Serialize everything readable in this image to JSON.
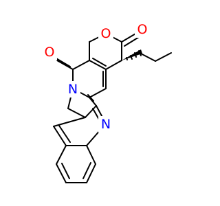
{
  "molecule": {
    "atom_labels": {
      "ring_oxygen": "O",
      "lactone_carbonyl_oxygen": "O",
      "lactam_carbonyl_oxygen": "O",
      "amide_nitrogen": "N",
      "quinoline_nitrogen": "N"
    },
    "stereo_bond_type": "hashed-wedge",
    "colors": {
      "oxygen": "#ff0000",
      "nitrogen": "#0000ff",
      "bond": "#000000",
      "background": "#ffffff"
    }
  }
}
